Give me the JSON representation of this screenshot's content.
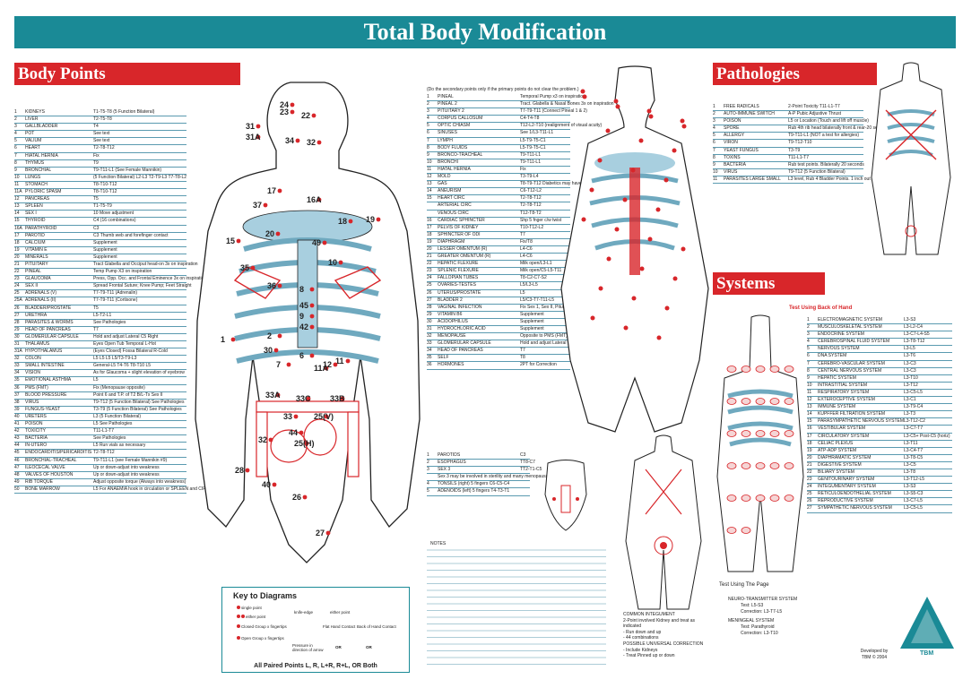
{
  "title": "Total Body Modification",
  "sections": {
    "body_points": "Body Points",
    "pathologies": "Pathologies",
    "systems": "Systems"
  },
  "body_points": [
    [
      "1",
      "KIDNEYS",
      "T1-T5-T8 (5 Function Bilateral)"
    ],
    [
      "2",
      "LIVER",
      "T2-T5-T8"
    ],
    [
      "3",
      "GALLBLADDER",
      "T4"
    ],
    [
      "4",
      "POT",
      "See text"
    ],
    [
      "5",
      "VALIUM",
      "See text"
    ],
    [
      "6",
      "HEART",
      "T2-T8-T12"
    ],
    [
      "7",
      "HIATAL HERNIA",
      "Fix"
    ],
    [
      "8",
      "THYMUS",
      "T9"
    ],
    [
      "9",
      "BRONCHIAL",
      "T9-T11-L1 (See Female Mannikin)"
    ],
    [
      "10",
      "LUNGS",
      "(5 Function Bilateral) L2-L3 T2-T9-L3 T7-T8-L2"
    ],
    [
      "11",
      "STOMACH",
      "T8-T10-T12"
    ],
    [
      "11A",
      "PYLORIC SPASM",
      "T8-T10-T12"
    ],
    [
      "12",
      "PANCREAS",
      "T5"
    ],
    [
      "13",
      "SPLEEN",
      "T1-T5-T9"
    ],
    [
      "14",
      "SEX I",
      "10 Move adjustment"
    ],
    [
      "15",
      "THYROID",
      "C4 (16 combinations)"
    ],
    [
      "16A",
      "PARATHYROID",
      "C3"
    ],
    [
      "17",
      "PAROTID",
      "C3 Thumb web and forefinger contact"
    ],
    [
      "18",
      "CALCIUM",
      "Supplement"
    ],
    [
      "19",
      "VITAMIN E",
      "Supplement"
    ],
    [
      "20",
      "MINERALS",
      "Supplement"
    ],
    [
      "21",
      "PITUITARY",
      "Tract Glabella and Occiput head-on 3x on inspiration"
    ],
    [
      "22",
      "PINEAL",
      "Temp Pump X3 on inspiration"
    ],
    [
      "23",
      "GLAUCOMA",
      "Press, Opp. Occ. and Frontal Eminence 3x on inspiration"
    ],
    [
      "24",
      "SEX II",
      "Spread Frontal Suture; Knee Pump; Feet Straight"
    ],
    [
      "25",
      "ADRENALS (V)",
      "T7-T9-T11 (Adrenalin)"
    ],
    [
      "25A",
      "ADRENALS (II)",
      "T7-T9-T11 (Cortisone)"
    ],
    [
      "26",
      "BLADDER/PROSTATE",
      "T5"
    ],
    [
      "27",
      "URETHRA",
      "L5-T2-L1"
    ],
    [
      "28",
      "PARASITES & WORMS",
      "See Pathologies"
    ],
    [
      "29",
      "HEAD OF PANCREAS",
      "T7"
    ],
    [
      "30",
      "GLOMERULAR CAPSULE",
      "Hold and adjust Lateral C5 Right"
    ],
    [
      "31",
      "THALAMUS",
      "Eyes Open Tub Temporal L-Hot"
    ],
    [
      "31A",
      "HYPOTHALAMUS",
      "(Eyes Closed) Fossa Bilateral R-Cold"
    ],
    [
      "32",
      "COLON",
      "L5 L5 L5 L5/T3-T9-L3"
    ],
    [
      "33",
      "SMALL INTESTINE",
      "General-L5 T4-T6 T8-T10 L5"
    ],
    [
      "34",
      "VISION",
      "As for Glaucoma + slight elevation of eyebrow"
    ],
    [
      "35",
      "EMOTIONAL ASTHMA",
      "L5"
    ],
    [
      "36",
      "PMS (FMT)",
      "Fix (Menopause opposite)"
    ],
    [
      "37",
      "BLOOD PRESSURE",
      "Point 6 and T.P. of T2 B/L-Tx Sex II"
    ],
    [
      "38",
      "VIRUS",
      "T9-T12 (5 Function Bilateral) See Pathologies"
    ],
    [
      "39",
      "FUNGUS-YEAST",
      "T3-T9 (5 Function Bilateral) See Pathologies"
    ],
    [
      "40",
      "URETERS",
      "L3 (5 Function Bilateral)"
    ],
    [
      "41",
      "POISON",
      "L5 See Pathologies"
    ],
    [
      "42",
      "TOXICITY",
      "T11-L1-T7"
    ],
    [
      "43",
      "BACTERIA",
      "See Pathologies"
    ],
    [
      "44",
      "IN-UTERO",
      "L5 Run vials as necessary"
    ],
    [
      "45",
      "ENDOCARDITIS/PERICARDITIS",
      "T2-T8-T12"
    ],
    [
      "46",
      "BRONCHIAL-TRACHEAL",
      "T9-T11-L1 (see Female Mannikin #9)"
    ],
    [
      "47",
      "ILEOCECAL VALVE",
      "Up or down-adjust into weakness"
    ],
    [
      "48",
      "VALVES OF HOUSTON",
      "Up or down-adjust into weakness"
    ],
    [
      "49",
      "RIB TORQUE",
      "Adjust opposite torque (Always into weakness)"
    ],
    [
      "50",
      "BONE MARROW",
      "L5 For ANAEMIA hook in circulation or SPLEEN and CIRCULATION"
    ]
  ],
  "secondary_note": "(Do the secondary points only if the primary points do not clear the problem.)",
  "secondary_points": [
    [
      "1",
      "PINEAL",
      "Temporal Pump x3 on inspiration"
    ],
    [
      "2",
      "PINEAL 2",
      "Tract. Glabella & Nasal Bones 3x on inspiration"
    ],
    [
      "3",
      "PITUITARY 2",
      "T7-T9-T11 (Connect Pineal 1 & 2)"
    ],
    [
      "4",
      "CORPUS CALLOSUM",
      "C4-T4-T8"
    ],
    [
      "5",
      "OPTIC CHIASM",
      "T12-L2-T10 (realignment of visual acuity)"
    ],
    [
      "6",
      "SINUSES",
      "See 1/L3-T11-L1"
    ],
    [
      "7",
      "LYMPH",
      "L5-T9-T5-C1"
    ],
    [
      "8",
      "BODY FLUIDS",
      "L5-T9-T5-C1"
    ],
    [
      "9",
      "BRONCO-TRACHEAL",
      "T9-T11-L1"
    ],
    [
      "10",
      "BRONCHI",
      "T9-T11-L1"
    ],
    [
      "11",
      "HIATAL HERNIA",
      "Fix"
    ],
    [
      "12",
      "MOLD",
      "T3-T9-L4"
    ],
    [
      "13",
      "GAS",
      "T8-T9-T12 Diabetics may have gas in the bladder due to fermentation of the urine"
    ],
    [
      "14",
      "ANEURISM",
      "C6-T12-L2"
    ],
    [
      "15",
      "HEART CIRC",
      "T2-T8-T12"
    ],
    [
      "",
      "ARTERIAL CIRC",
      "T2-T8-T12"
    ],
    [
      "",
      "VENOUS CIRC",
      "T12-T8-T2"
    ],
    [
      "16",
      "CARDIAC SPHINCTER",
      "Shp 5 fnger c/w twist"
    ],
    [
      "17",
      "PELVIS OF KIDNEY",
      "T10-T12-L2"
    ],
    [
      "18",
      "SPHINCTER OF ODI",
      "T7"
    ],
    [
      "19",
      "DIAPHRAGM",
      "Fix/T8"
    ],
    [
      "20",
      "LESSER OMENTUM (R)",
      "L4-C6"
    ],
    [
      "21",
      "GREATER OMENTUM (R)",
      "L4-C6"
    ],
    [
      "22",
      "HEPATIC FLEXURE",
      "Milk open/L3-L1"
    ],
    [
      "23",
      "SPLENIC FLEXURE",
      "Milk open/C5-L5-T11"
    ],
    [
      "24",
      "FALLOPIAN TUBES",
      "T8-C2-C7-S2"
    ],
    [
      "25",
      "OVARIES-TESTES",
      "L5/L3-L5"
    ],
    [
      "26",
      "UTERUS/PROSTATE",
      "L5"
    ],
    [
      "27",
      "BLADDER 2",
      "L5/C3-T7-T11-L5"
    ],
    [
      "28",
      "VAGINAL INFECTION",
      "Fix Sex 1, Sex II, Pituitary OR Thymus, (see text) Fungus-Yeast, Blood Pressure, Bacteria"
    ],
    [
      "29",
      "VITAMIN B6",
      "Supplement"
    ],
    [
      "30",
      "ACIDOPHILUS",
      "Supplement"
    ],
    [
      "31",
      "HYDROCHLORIC ACID",
      "Supplement"
    ],
    [
      "32",
      "MENOPAUSE",
      "Opposite to PMS (FMT)"
    ],
    [
      "33",
      "GLOMERULAR CAPSULE",
      "Hold and adjust Lateral C5 Right"
    ],
    [
      "34",
      "HEAD OF PANCREAS",
      "T7"
    ],
    [
      "35",
      "SELF",
      "T8"
    ],
    [
      "36",
      "HORMONES",
      "2PT for Correction"
    ]
  ],
  "face_points": [
    [
      "1",
      "PAROTIDS",
      "C3"
    ],
    [
      "2",
      "ESOPHAGUS",
      "TT8-C7"
    ],
    [
      "3",
      "SEX 3",
      "TT2-T1-C5"
    ],
    [
      "",
      "Sex 3 may be involved in sterility and many menopausal problems",
      ""
    ],
    [
      "4",
      "TONSILS (right) 5 fingers C6-C5-C4",
      ""
    ],
    [
      "5",
      "ADENOIDS (left) 5 fingers T4-T3-T1",
      ""
    ]
  ],
  "notes_label": "NOTES",
  "pathologies": [
    [
      "1",
      "FREE RADICALS",
      "2-Point Toxicity T11-L1-T7"
    ],
    [
      "2",
      "AUTO-IMMUNE SWITCH",
      "A-P Pubic Adjustive Thrust"
    ],
    [
      "3",
      "POISON",
      "L5 or Location (Touch and lift off muscle)"
    ],
    [
      "4",
      "SPORE",
      "Rub 4th rib head bilaterally front & rear-20 seconds"
    ],
    [
      "5",
      "ALLERGY",
      "T9-T11-L1 (NOT a test for allergies)"
    ],
    [
      "6",
      "VIRON",
      "T9-T12-T10"
    ],
    [
      "7",
      "YEAST FUNGUS",
      "T3-T9"
    ],
    [
      "8",
      "TOXINS",
      "T11-L1-T7"
    ],
    [
      "9",
      "BACTERIA",
      "Rub test points. Bilaterally 20 seconds"
    ],
    [
      "10",
      "VIRUS",
      "T9-T12 (5 Function Bilateral)"
    ],
    [
      "11",
      "PARASITES LARGE SMALL",
      "L3 level, Rub 4 Bladder Points. 1 inch out and 3 inches out bilaterally L3 level."
    ]
  ],
  "systems_test": "Test Using Back of Hand",
  "systems": [
    [
      "1",
      "ELECTROMAGNETIC SYSTEM",
      "L3-S3"
    ],
    [
      "2",
      "MUSCULOSKELETAL SYSTEM",
      "L3-L2-C4"
    ],
    [
      "3",
      "ENDOCRINE SYSTEM",
      "L3-C7-L4-S5"
    ],
    [
      "4",
      "CEREBROSPINAL FLUID SYSTEM",
      "L3-T8-T12"
    ],
    [
      "5",
      "NERVOUS SYSTEM",
      "L3-L5"
    ],
    [
      "6",
      "DNA SYSTEM",
      "L3-T6"
    ],
    [
      "7",
      "CEREBRO-VASCULAR SYSTEM",
      "L3-C3"
    ],
    [
      "8",
      "CENTRAL NERVOUS SYSTEM",
      "L3-C3"
    ],
    [
      "9",
      "HEPATIC SYSTEM",
      "L3-T10"
    ],
    [
      "10",
      "INTRASTITIAL SYSTEM",
      "L3-T12"
    ],
    [
      "11",
      "RESPIRATORY SYSTEM",
      "L3-C5-L5"
    ],
    [
      "12",
      "EXTEROCEPTIVE SYSTEM",
      "L3-C1"
    ],
    [
      "13",
      "IMMUNE SYSTEM",
      "L3-T9-C4"
    ],
    [
      "14",
      "KUPFFER FILTRATION SYSTEM",
      "L3-T3"
    ],
    [
      "15",
      "PARASYMPATHETIC NERVOUS SYSTEM",
      "L3-T12-C2"
    ],
    [
      "16",
      "VESTIBULAR SYSTEM",
      "L3-C7-T7"
    ],
    [
      "17",
      "CIRCULATORY SYSTEM",
      "L3-C5+ Post-C5 (horiz)"
    ],
    [
      "18",
      "CELIAC PLEXUS",
      "L3-T11"
    ],
    [
      "19",
      "ATP-ADP SYSTEM",
      "L3-C4-T7"
    ],
    [
      "20",
      "DIAPHRAMATIC SYSTEM",
      "L3-T8-C5"
    ],
    [
      "21",
      "DIGESTIVE SYSTEM",
      "L3-C5"
    ],
    [
      "22",
      "BILIARY SYSTEM",
      "L3-T8"
    ],
    [
      "23",
      "GENITOURINARY SYSTEM",
      "L3-T12-L5"
    ],
    [
      "24",
      "INTEGUMENTARY SYSTEM",
      "L3-S3"
    ],
    [
      "25",
      "RETICULOENDOTHELIAL SYSTEM",
      "L3-S5-C3"
    ],
    [
      "26",
      "REPRODUCTIVE SYSTEM",
      "L3-C7-L5"
    ],
    [
      "27",
      "SYMPATHETIC NERVOUS SYSTEM",
      "L3-C5-L5"
    ]
  ],
  "page_test": {
    "title": "Test Using The Page",
    "neuro": "NEURO-TRANSMITTER SYSTEM",
    "neuro_test": "Test: L5-S3",
    "neuro_corr": "Correction: L3-T7-L5",
    "men": "MENINGEAL SYSTEM",
    "men_test": "Test: Parathyroid",
    "men_corr": "Correction: L3-T10"
  },
  "common_integument": "COMMON INTEGUMENT\n2-Point involved Kidney and treat as indicated\n- Run down and up\n- 44 combinations",
  "universal_correction": "POSSIBLE UNIVERSAL CORRECTION\n- Include Kidneys\n- Treat Pinned up or down",
  "developed": "Developed by\nTBM © 2004",
  "logo": "TBM",
  "key": {
    "title": "Key to Diagrams",
    "items": [
      "single point",
      "either point",
      "Closed Group x fingertips",
      "Open Group x fingertips",
      "knife-edge",
      "either point",
      "Pressure in direction of arrow",
      "Flat Hand Contact",
      "Back of Hand Contact",
      "OR",
      "OR"
    ],
    "footer": "All Paired Points L, R, L+R, R+L, OR Both"
  },
  "diagram_labels": [
    "31",
    "31A",
    "24",
    "23",
    "22",
    "34",
    "32",
    "17",
    "37",
    "16A",
    "18",
    "19",
    "15",
    "20",
    "49",
    "10",
    "35",
    "36",
    "8",
    "45",
    "9",
    "42",
    "2",
    "1",
    "30",
    "6",
    "7",
    "11",
    "11A",
    "12",
    "33A",
    "33C",
    "33B",
    "33",
    "25(V)",
    "44",
    "25(H)",
    "32",
    "28",
    "40",
    "26",
    "27"
  ],
  "colors": {
    "teal": "#1a8a96",
    "red": "#d8262a",
    "bone": "#a8cfdf"
  }
}
